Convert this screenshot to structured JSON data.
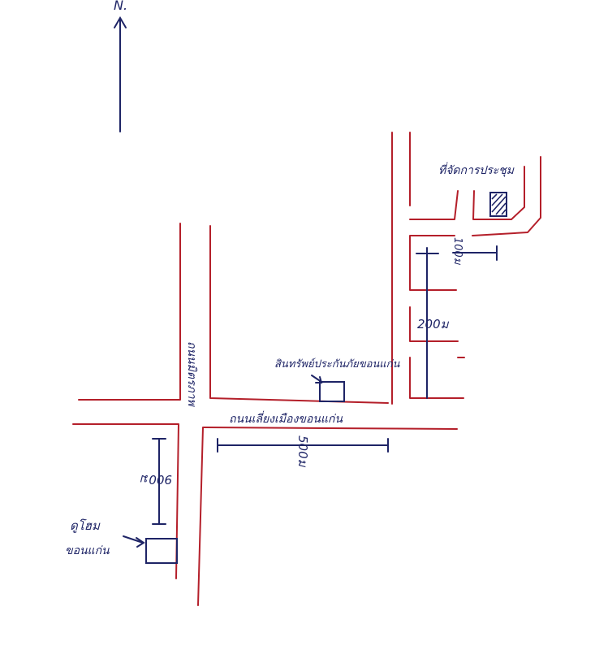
{
  "north": {
    "label": "N."
  },
  "roads": {
    "vertical_road": "ถนนมิตรภาพ",
    "horizontal_road": "ถนนเลี่ยงเมืองขอนแก่น"
  },
  "places": {
    "insurance_office": "สินทรัพย์ประกันภัยขอนแก่น",
    "stadium": "ที่จัดการประชุม",
    "home_pro": "ดูโฮม",
    "home_pro_city": "ขอนแก่น"
  },
  "distances": {
    "vertical_left": "900ม",
    "horizontal": "500ม",
    "right_lower": "200ม",
    "right_upper": "100ม"
  },
  "colors": {
    "road": "#b41f2a",
    "ink": "#1e2466"
  }
}
